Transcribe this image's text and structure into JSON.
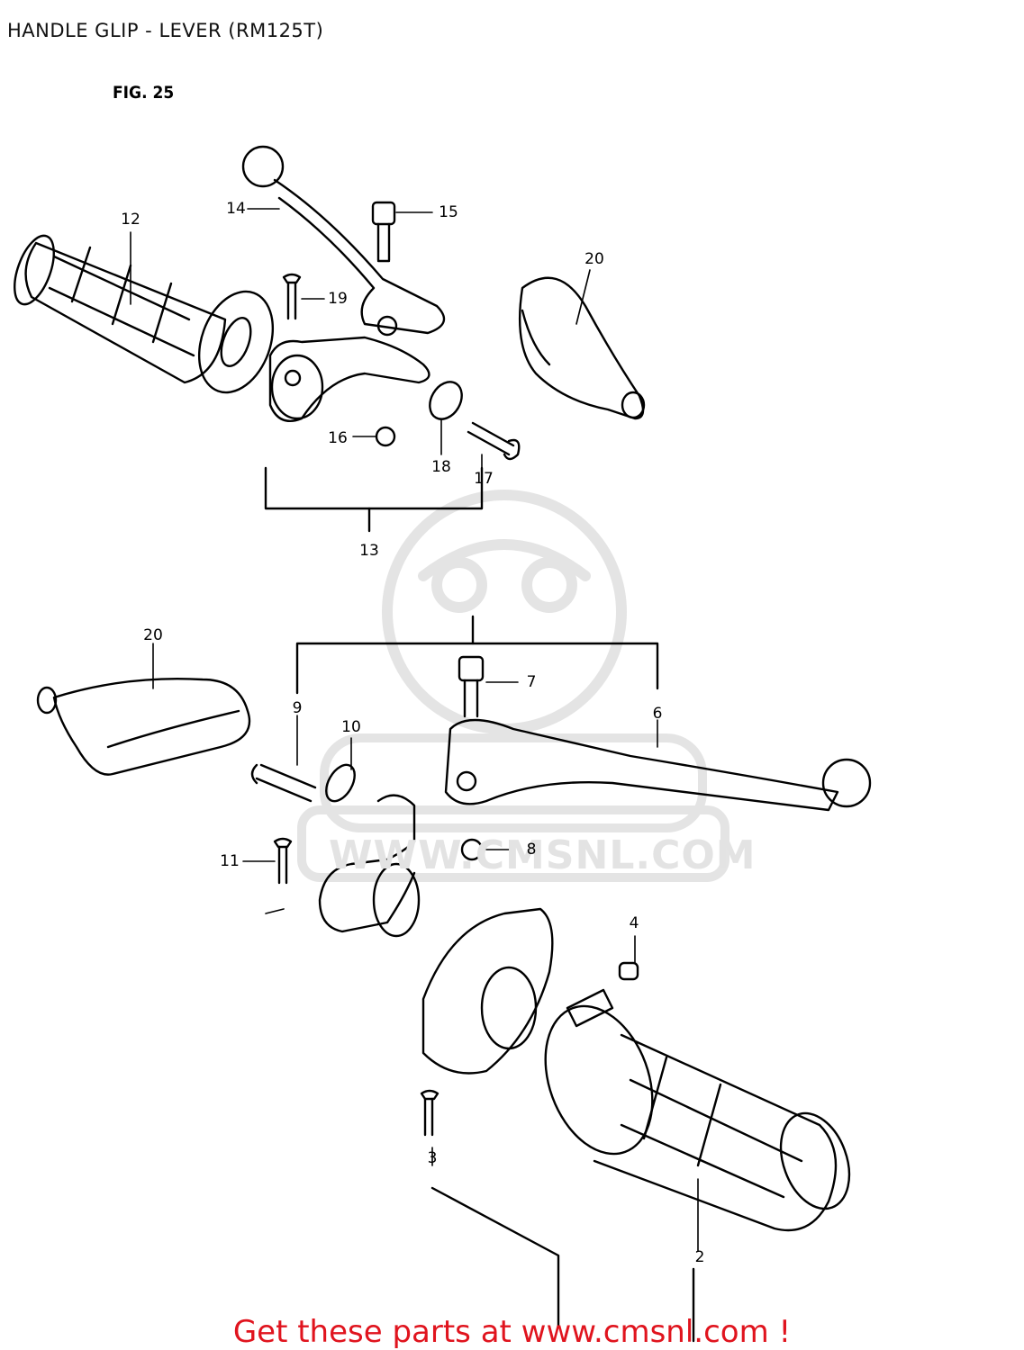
{
  "header": {
    "title": "HANDLE GLIP - LEVER (RM125T)",
    "figure": "FIG. 25"
  },
  "watermark": {
    "text": "WWW.CMSNL.COM",
    "color": "#e3e3e3"
  },
  "callouts": {
    "c12": "12",
    "c14": "14",
    "c15": "15",
    "c19": "19",
    "c20a": "20",
    "c16": "16",
    "c18": "18",
    "c17": "17",
    "c13": "13",
    "c20b": "20",
    "c9": "9",
    "c10": "10",
    "c7": "7",
    "c6": "6",
    "c11": "11",
    "c8": "8",
    "c4": "4",
    "c3": "3",
    "c2": "2"
  },
  "footer": {
    "text": "Get these parts at www.cmsnl.com !",
    "color": "#e0141e"
  }
}
